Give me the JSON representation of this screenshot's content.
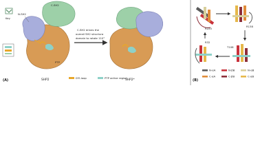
{
  "panel_a": {
    "label": "(A)",
    "key_label": "Key",
    "left_protein": {
      "name": "SHP2",
      "csh2_label": "C-SH2",
      "nsh2_label": "N-SH2",
      "ptp_label": "PTP"
    },
    "right_protein": {
      "name": "SHP2*"
    },
    "annotation": "C-SH2 drives the overall SH2 structural domain to rotate 110°",
    "legend": [
      {
        "label": "D'E-loop",
        "color": "#e8a72a"
      },
      {
        "label": "PTP active region",
        "color": "#8ed1c8"
      }
    ]
  },
  "panel_b": {
    "label": "(B)",
    "residues": [
      "R220",
      "R138",
      "R32",
      "T108"
    ],
    "legend": [
      {
        "label": "N-αA",
        "color": "#5a5a5a"
      },
      {
        "label": "N-βB",
        "color": "#c8323b"
      },
      {
        "label": "N-αB",
        "color": "#d8cf9c"
      },
      {
        "label": "C-αA",
        "color": "#e08c3a"
      },
      {
        "label": "C-βB",
        "color": "#8d2f3a"
      },
      {
        "label": "C-αB",
        "color": "#e6b84a"
      }
    ]
  },
  "colors": {
    "csh2": "#9dd0a8",
    "nsh2": "#a8aedc",
    "ptp": "#d89b55",
    "arrow": "#333333"
  }
}
